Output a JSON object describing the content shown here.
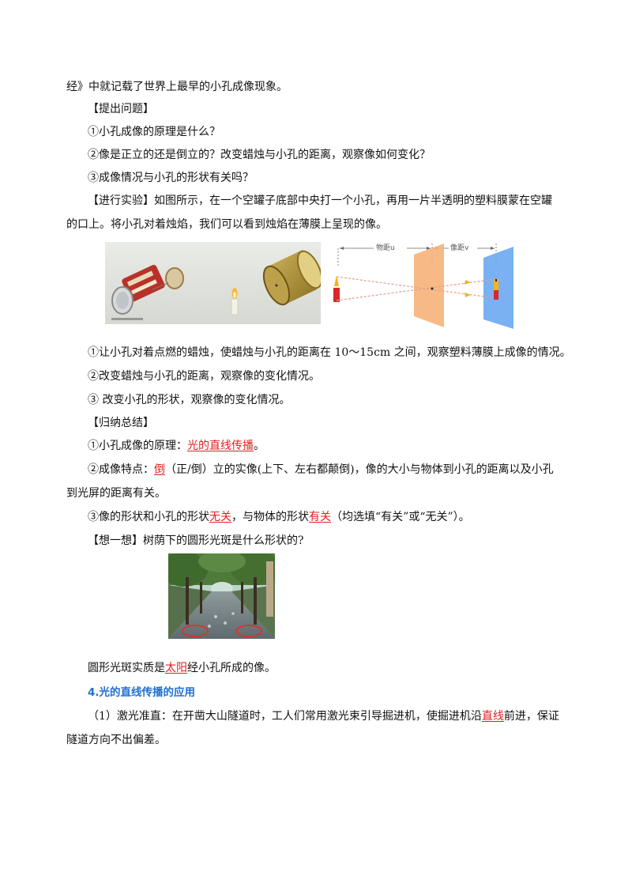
{
  "lines": {
    "l1": "经》中就记载了世界上最早的小孔成像现象。",
    "l2": "【提出问题】",
    "l3": "①小孔成像的原理是什么？",
    "l4": "②像是正立的还是倒立的？改变蜡烛与小孔的距离，观察像如何变化？",
    "l5": "③成像情况与小孔的形状有关吗？",
    "l6": "【进行实验】如图所示，在一个空罐子底部中央打一个小孔，再用一片半透明的塑料膜蒙在空罐",
    "l7": "的口上。将小孔对着烛焰，我们可以看到烛焰在薄膜上呈现的像。",
    "l8": "①让小孔对着点燃的蜡烛，使蜡烛与小孔的距离在 10～15cm 之间，观察塑料薄膜上成像的情况。",
    "l9": "②改变蜡烛与小孔的距离，观察像的变化情况。",
    "l10": "③  改变小孔的形状，观察像的变化情况。",
    "l11": "【归纳总结】",
    "l12a": "①小孔成像的原理：",
    "l12b": "光的直线传播",
    "l12c": "。",
    "l13a": "②成像特点：",
    "l13b": "倒",
    "l13c": "（正/倒）立的实像(上下、左右都颠倒)，像的大小与物体到小孔的距离以及小孔",
    "l14": "到光屏的距离有关。",
    "l15a": "③像的形状和小孔的形状",
    "l15b": "无关",
    "l15c": "，与物体的形状",
    "l15d": "有关",
    "l15e": "（均选填“有关”或“无关”）。",
    "l16": "【想一想】树荫下的圆形光斑是什么形状的?",
    "l17a": "圆形光斑实质是",
    "l17b": "太阳",
    "l17c": "经小孔所成的像。",
    "l18": "4.光的直线传播的应用",
    "l19a": "（1）激光准直：在开凿大山隧道时，工人们常用激光束引导掘进机，使掘进机沿",
    "l19b": "直线",
    "l19c": "前进，保证",
    "l20": "隧道方向不出偏差。"
  },
  "diagram": {
    "object_distance_label": "物距u",
    "image_distance_label": "像距v"
  },
  "colors": {
    "answer": "#e02020",
    "heading": "#1f6fd0",
    "screen_orange": "#f6b27a",
    "screen_blue": "#6aa9f2"
  }
}
